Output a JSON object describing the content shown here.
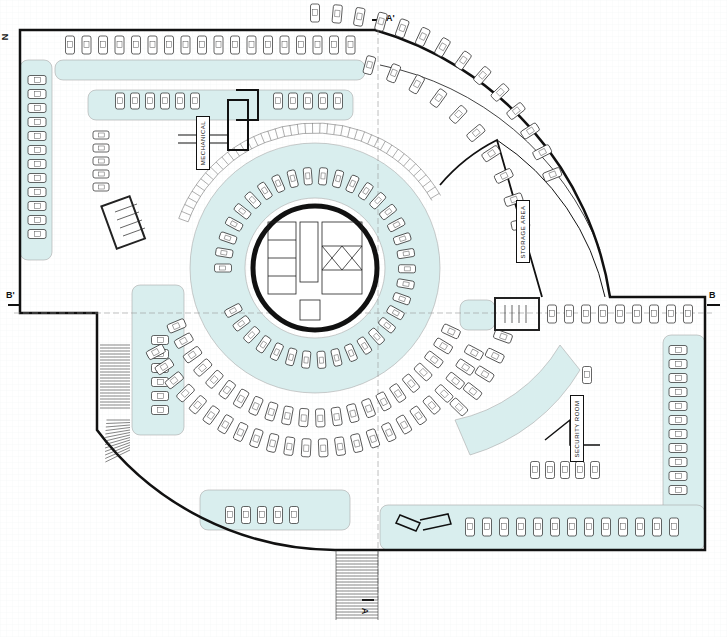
{
  "diagram": {
    "nodes": [
      {
        "text": [
          "MECHANICAL"
        ]
      },
      {
        "text": [
          "STORAGE AREA"
        ]
      },
      {
        "text": [
          "SECURITY ROOM"
        ]
      }
    ],
    "labels": [
      "N",
      "A'",
      "A",
      "B'",
      "B"
    ]
  }
}
